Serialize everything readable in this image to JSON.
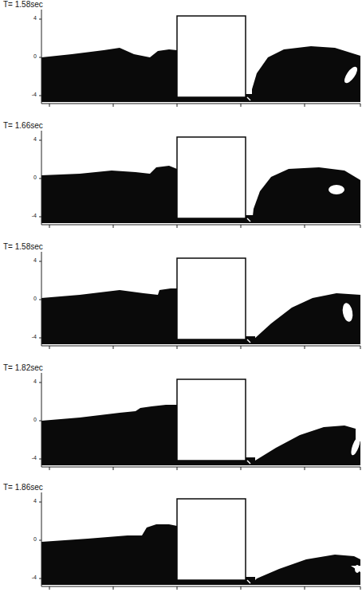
{
  "diagram": {
    "labels": [
      "T= 1.58sec",
      "4",
      "0",
      "-4",
      "T= 1.66sec",
      "4",
      "0",
      "-4",
      "T= 1.58sec",
      "4",
      "0",
      "-4",
      "T= 1.82sec",
      "4",
      "0",
      "-4",
      "T= 1.86sec",
      "4",
      "0",
      "-4"
    ]
  }
}
